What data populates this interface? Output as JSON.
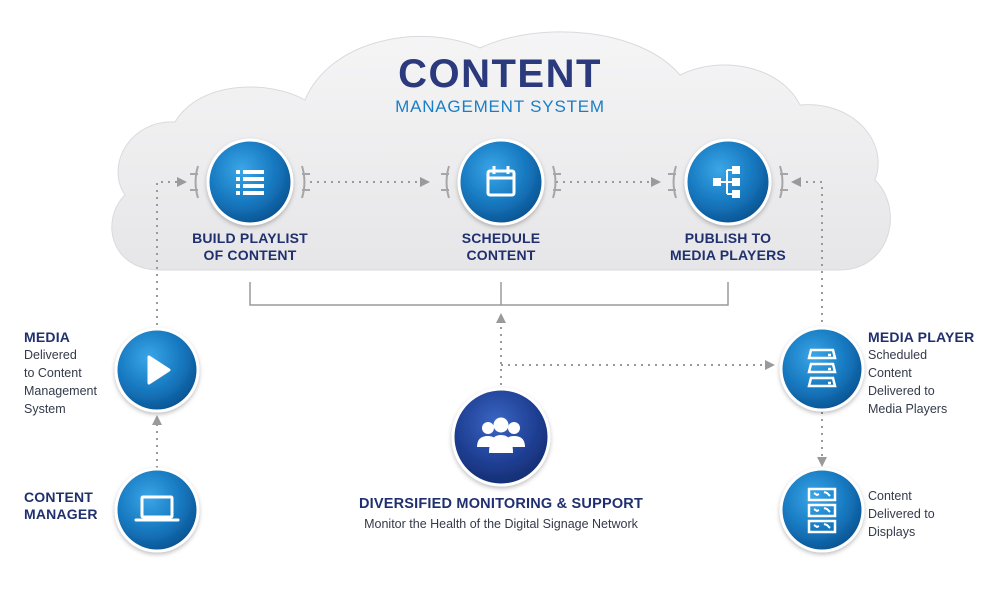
{
  "title": {
    "main": "CONTENT",
    "sub": "MANAGEMENT SYSTEM"
  },
  "steps": [
    {
      "icon": "list-icon",
      "line1": "BUILD PLAYLIST",
      "line2": "OF CONTENT"
    },
    {
      "icon": "calendar-icon",
      "line1": "SCHEDULE",
      "line2": "CONTENT"
    },
    {
      "icon": "network-icon",
      "line1": "PUBLISH TO",
      "line2": "MEDIA PLAYERS"
    }
  ],
  "media": {
    "icon": "play-icon",
    "heading": "MEDIA",
    "lines": [
      "Delivered",
      "to Content",
      "Management",
      "System"
    ]
  },
  "content_manager": {
    "icon": "laptop-icon",
    "heading_line1": "CONTENT",
    "heading_line2": "MANAGER"
  },
  "monitoring": {
    "icon": "people-icon",
    "heading": "DIVERSIFIED MONITORING & SUPPORT",
    "subtitle": "Monitor the Health of the Digital Signage Network"
  },
  "media_player": {
    "icon": "server-stack-icon",
    "heading": "MEDIA PLAYER",
    "lines": [
      "Scheduled",
      "Content",
      "Delivered to",
      "Media Players"
    ]
  },
  "displays": {
    "icon": "display-map-icon",
    "lines": [
      "Content",
      "Delivered to",
      "Displays"
    ]
  },
  "colors": {
    "navy": "#20306e",
    "blue": "#1a7ec4",
    "circle_dark": "#0c5f9e",
    "circle_light": "#2f9be0",
    "cloud": "#ececed",
    "arrow": "#9a9a9a"
  }
}
